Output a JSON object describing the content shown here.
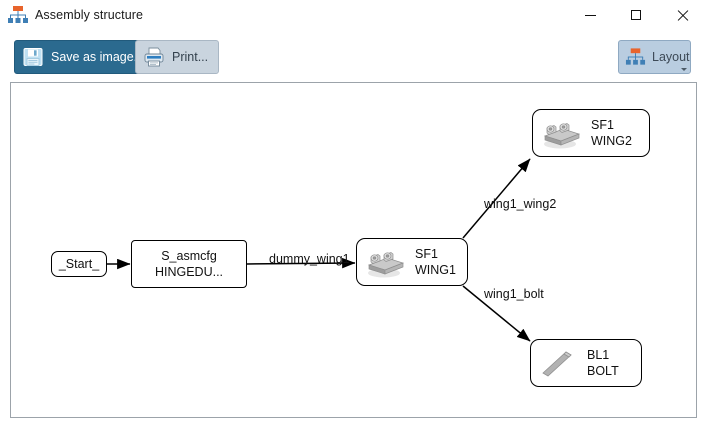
{
  "window": {
    "title": "Assembly structure",
    "icon": "hierarchy-icon",
    "controls": {
      "minimize": "–",
      "maximize": "□",
      "close": "✕"
    }
  },
  "toolbar": {
    "save_as_image": {
      "label": "Save as image...",
      "icon": "floppy-disk-icon",
      "accent": "#2b6a8f"
    },
    "print": {
      "label": "Print...",
      "icon": "printer-icon",
      "accent": "#c9d4de"
    },
    "layout": {
      "label": "Layout",
      "icon": "hierarchy-icon",
      "accent": "#b9cde0",
      "caret": "chevron-down-icon"
    }
  },
  "diagram": {
    "nodes": [
      {
        "id": "start",
        "line1": "_Start_",
        "line2": "",
        "icon": "none"
      },
      {
        "id": "asmcfg",
        "line1": "S_asmcfg",
        "line2": "HINGEDU...",
        "icon": "none"
      },
      {
        "id": "wing1",
        "line1": "SF1",
        "line2": "WING1",
        "icon": "hinge-part-icon"
      },
      {
        "id": "wing2",
        "line1": "SF1",
        "line2": "WING2",
        "icon": "hinge-part-icon"
      },
      {
        "id": "bolt",
        "line1": "BL1",
        "line2": "BOLT",
        "icon": "bolt-part-icon"
      }
    ],
    "edges": [
      {
        "from": "start",
        "to": "asmcfg",
        "label": ""
      },
      {
        "from": "asmcfg",
        "to": "wing1",
        "label": "dummy_wing1"
      },
      {
        "from": "wing1",
        "to": "wing2",
        "label": "wing1_wing2"
      },
      {
        "from": "wing1",
        "to": "bolt",
        "label": "wing1_bolt"
      }
    ]
  },
  "colors": {
    "node_border": "#000000",
    "canvas_border": "#9ca3aa",
    "icon_orange": "#e8642c",
    "icon_blue": "#3f7fb5",
    "part_gray": "#a8a8a8"
  }
}
